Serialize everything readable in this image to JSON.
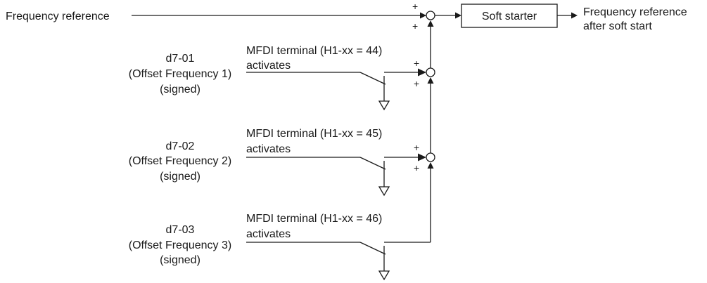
{
  "labels": {
    "input": "Frequency reference",
    "soft_starter": "Soft starter",
    "output_line1": "Frequency reference",
    "output_line2": "after soft start",
    "plus": "+"
  },
  "offsets": [
    {
      "code": "d7-01",
      "name": "(Offset Frequency 1)",
      "signed": "(signed)",
      "terminal": "MFDI terminal (H1-xx = 44)",
      "activates": "activates"
    },
    {
      "code": "d7-02",
      "name": "(Offset Frequency 2)",
      "signed": "(signed)",
      "terminal": "MFDI terminal (H1-xx = 45)",
      "activates": "activates"
    },
    {
      "code": "d7-03",
      "name": "(Offset Frequency 3)",
      "signed": "(signed)",
      "terminal": "MFDI terminal (H1-xx = 46)",
      "activates": "activates"
    }
  ]
}
